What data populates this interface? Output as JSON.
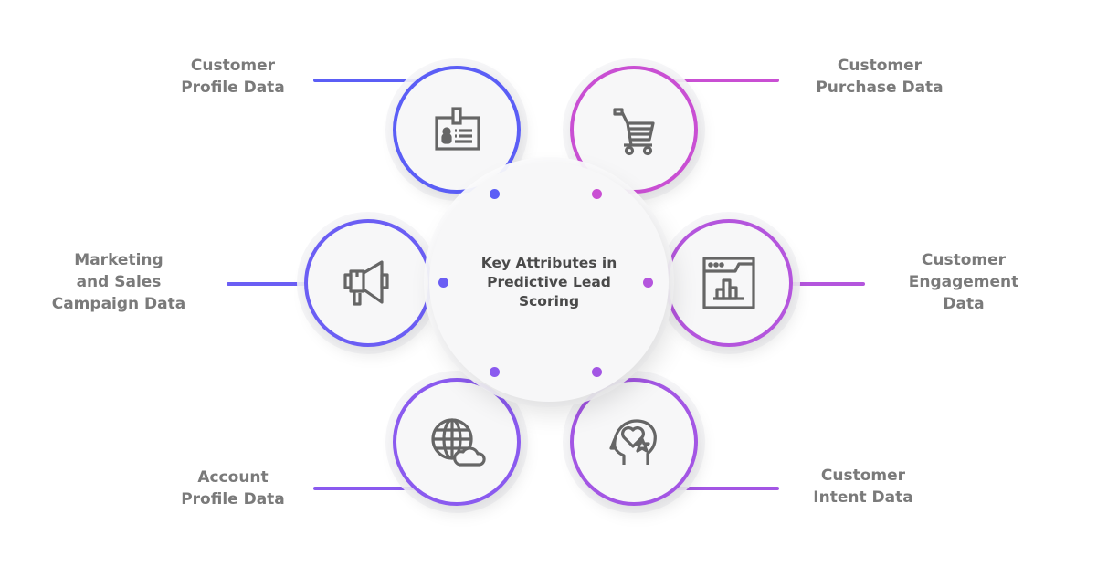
{
  "diagram": {
    "title": "Key Attributes in Predictive Lead Scoring",
    "colors": {
      "blue": "#5b5ef6",
      "violet": "#7a5cf0",
      "purple": "#9b57e8",
      "magenta": "#c94fd3",
      "orchid": "#b455dd",
      "icon": "#666666",
      "label": "#7a7a7a",
      "title": "#4a4a4a"
    },
    "nodes": [
      {
        "id": "customer-profile",
        "label_line1": "Customer",
        "label_line2": "Profile Data",
        "label_line3": "",
        "icon": "id-badge-icon",
        "color": "#5b5ef6"
      },
      {
        "id": "customer-purchase",
        "label_line1": "Customer",
        "label_line2": "Purchase Data",
        "label_line3": "",
        "icon": "shopping-cart-icon",
        "color": "#c94fd3"
      },
      {
        "id": "marketing-sales",
        "label_line1": "Marketing",
        "label_line2": "and Sales",
        "label_line3": "Campaign Data",
        "icon": "megaphone-icon",
        "color": "#6b5ef4"
      },
      {
        "id": "customer-engagement",
        "label_line1": "Customer",
        "label_line2": "Engagement",
        "label_line3": "Data",
        "icon": "browser-analytics-icon",
        "color": "#b455dd"
      },
      {
        "id": "account-profile",
        "label_line1": "Account",
        "label_line2": "Profile Data",
        "label_line3": "",
        "icon": "globe-cloud-icon",
        "color": "#8a5aef"
      },
      {
        "id": "customer-intent",
        "label_line1": "Customer",
        "label_line2": "Intent Data",
        "label_line3": "",
        "icon": "head-heart-icon",
        "color": "#a356e4"
      }
    ]
  }
}
